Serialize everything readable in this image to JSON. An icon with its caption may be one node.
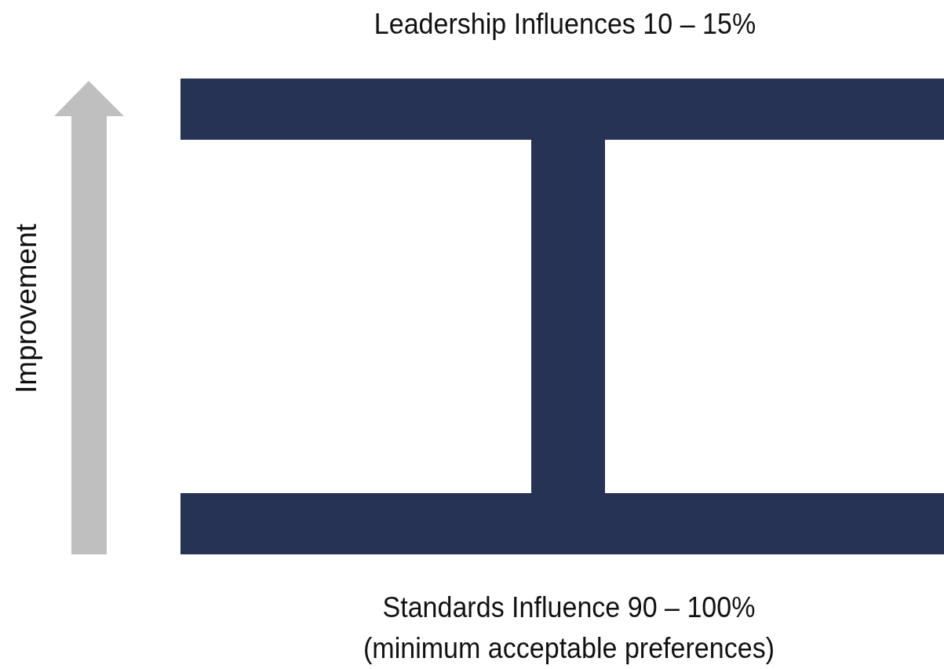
{
  "diagram": {
    "nodes": [
      {
        "text": [
          "Leadership Influences 10 – 15%"
        ]
      },
      {
        "text": [],
        "shape": "bar"
      },
      {
        "text": [
          "Standards Influence 90 – 100% (minimum acceptable preferences)"
        ]
      }
    ],
    "labels": [
      "Improvement"
    ]
  }
}
